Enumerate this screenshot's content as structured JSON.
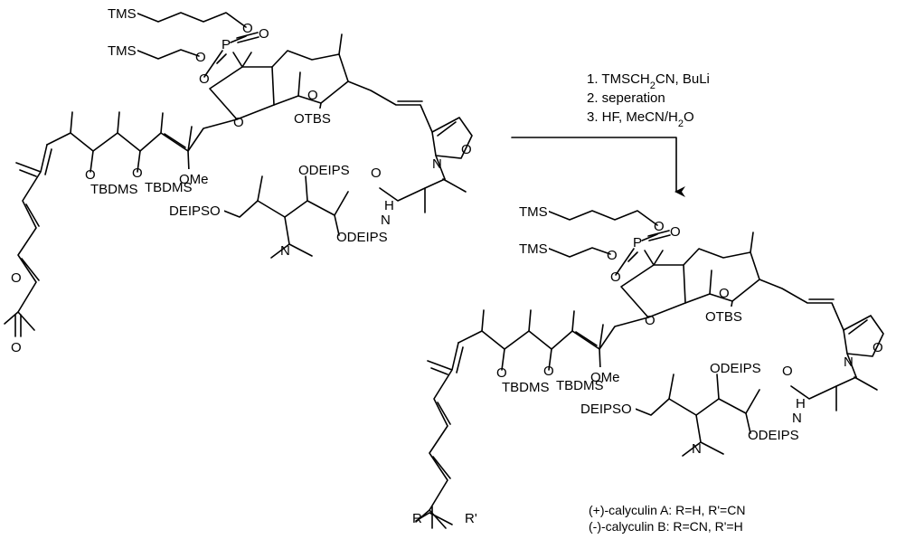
{
  "scheme": {
    "reagents": {
      "step1": "1. TMSCH",
      "step1_sub": "2",
      "step1_tail": "CN, BuLi",
      "step2": "2. seperation",
      "step3": "3. HF, MeCN/H",
      "step3_sub": "2",
      "step3_tail": "O"
    },
    "product_captions": {
      "a": "(+)-calyculin A: R=H, R'=CN",
      "b": "(-)-calyculin B: R=CN, R'=H"
    },
    "atom_labels": {
      "tms": "TMS",
      "o": "O",
      "p": "P",
      "n": "N",
      "h": "H",
      "r": "R",
      "rp": "R'",
      "otbs": "OTBS",
      "tbdms": "TBDMS",
      "ome": "OMe",
      "odeips": "ODEIPS",
      "deipso": "DEIPSO"
    }
  }
}
